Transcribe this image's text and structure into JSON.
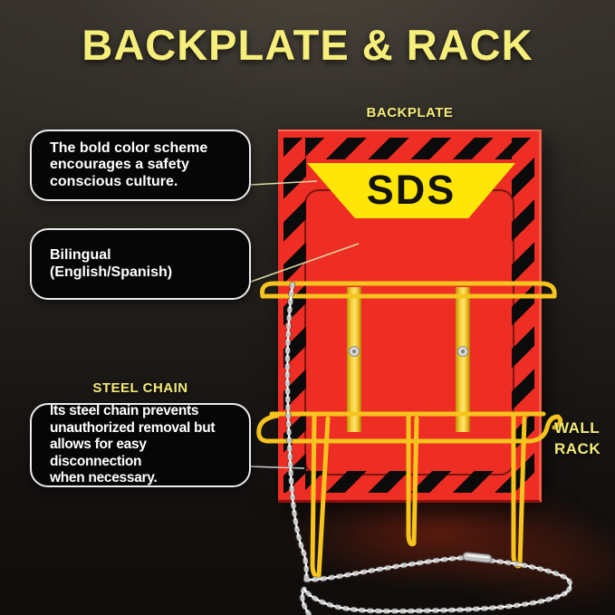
{
  "title": "BACKPLATE & RACK",
  "product": {
    "backplate_label": "BACKPLATE",
    "sds_sign": "SDS",
    "wall_rack_label": "WALL\nRACK"
  },
  "callouts": {
    "color_scheme": {
      "text": "The bold color scheme\nencourages a safety\nconscious culture."
    },
    "bilingual": {
      "text": "Bilingual\n(English/Spanish)"
    },
    "steel_chain": {
      "label": "STEEL CHAIN",
      "text": "Its steel chain prevents\nunauthorized removal but\nallows for easy disconnection\nwhen necessary."
    }
  },
  "colors": {
    "accent_yellow": "#f6ee7a",
    "board_red": "#ee2d24",
    "hazard_black": "#0b0b0b",
    "sign_yellow": "#ffe608",
    "rack_yellow": "#f5c41e",
    "chain_silver": "#cccccc",
    "callout_bg": "#060606",
    "callout_border": "#ededed",
    "background_dark": "#1d1a17"
  }
}
